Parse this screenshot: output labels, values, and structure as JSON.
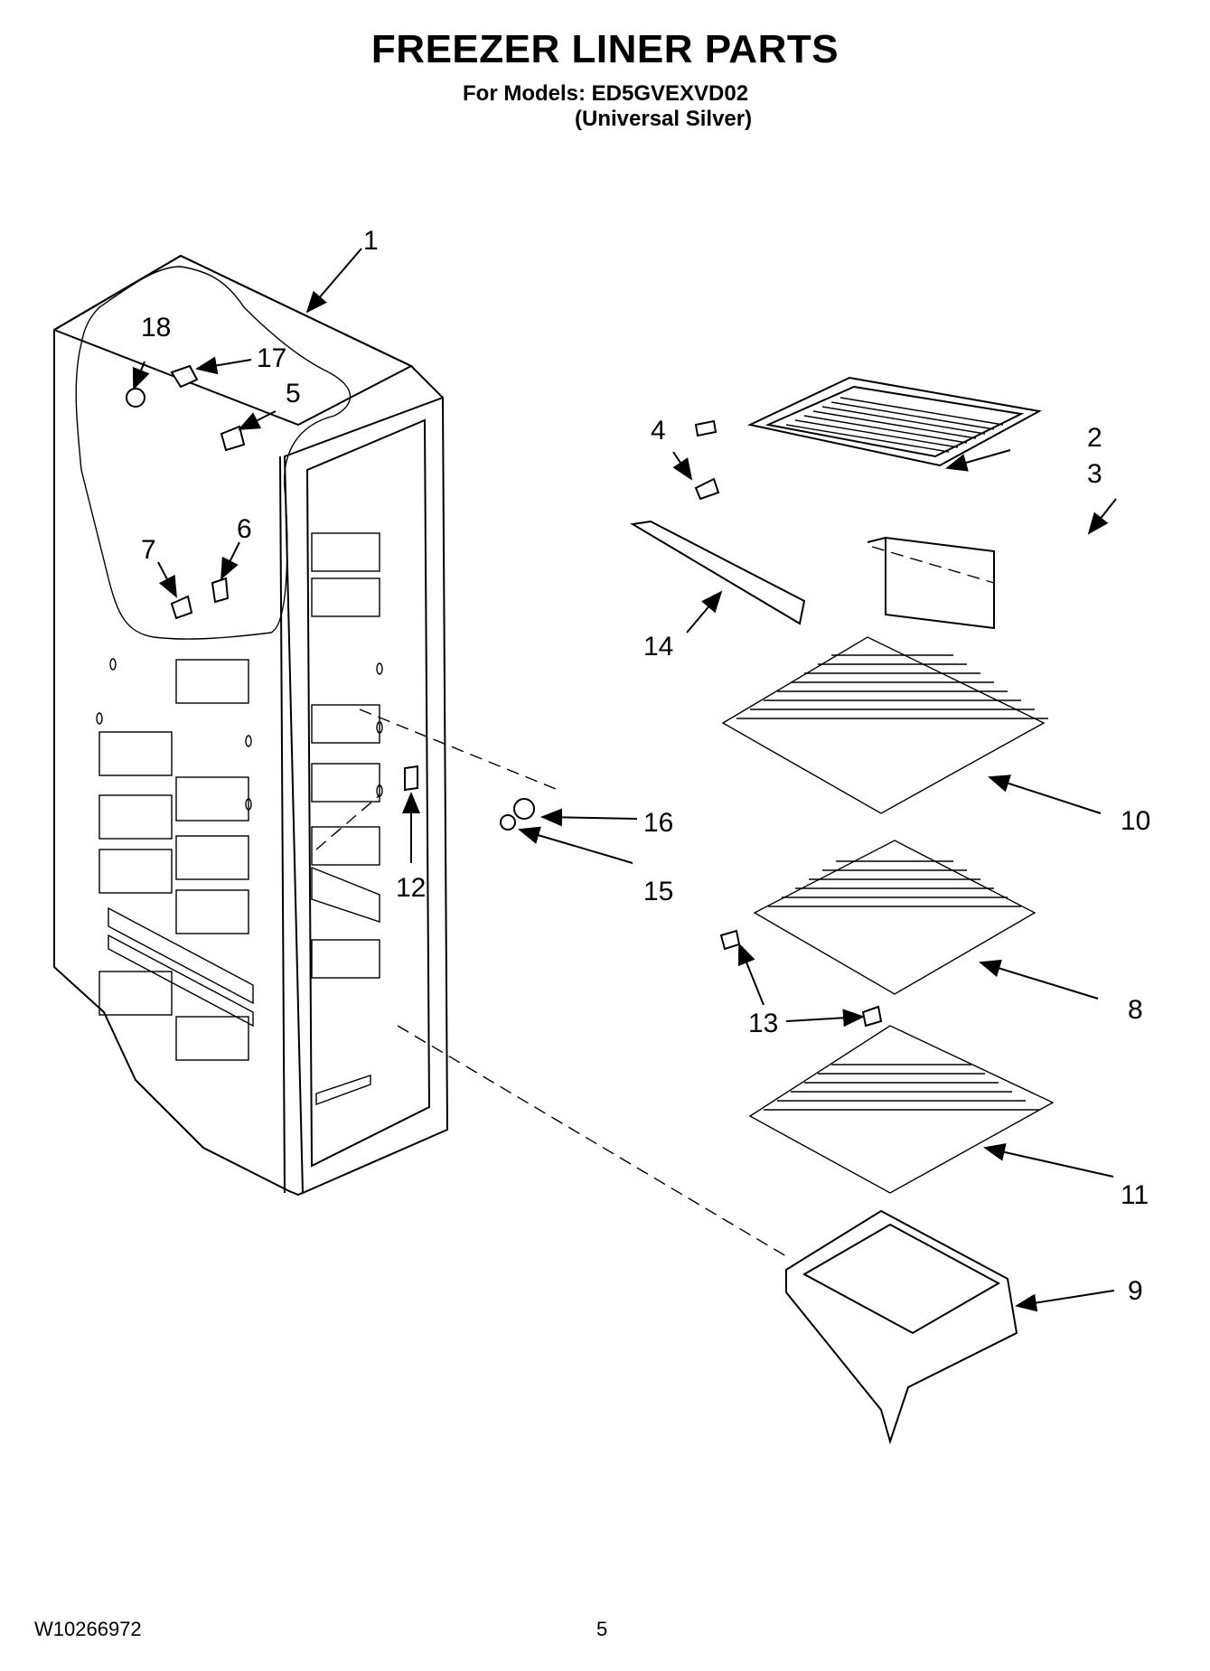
{
  "header": {
    "title": "FREEZER LINER PARTS",
    "models_line": "For Models: ED5GVEXVD02",
    "variant_line": "(Universal Silver)"
  },
  "footer": {
    "doc_number": "W10266972",
    "page_number": "5"
  },
  "callouts": [
    "1",
    "2",
    "3",
    "4",
    "5",
    "6",
    "7",
    "8",
    "9",
    "10",
    "11",
    "12",
    "13",
    "14",
    "15",
    "16",
    "17",
    "18"
  ]
}
